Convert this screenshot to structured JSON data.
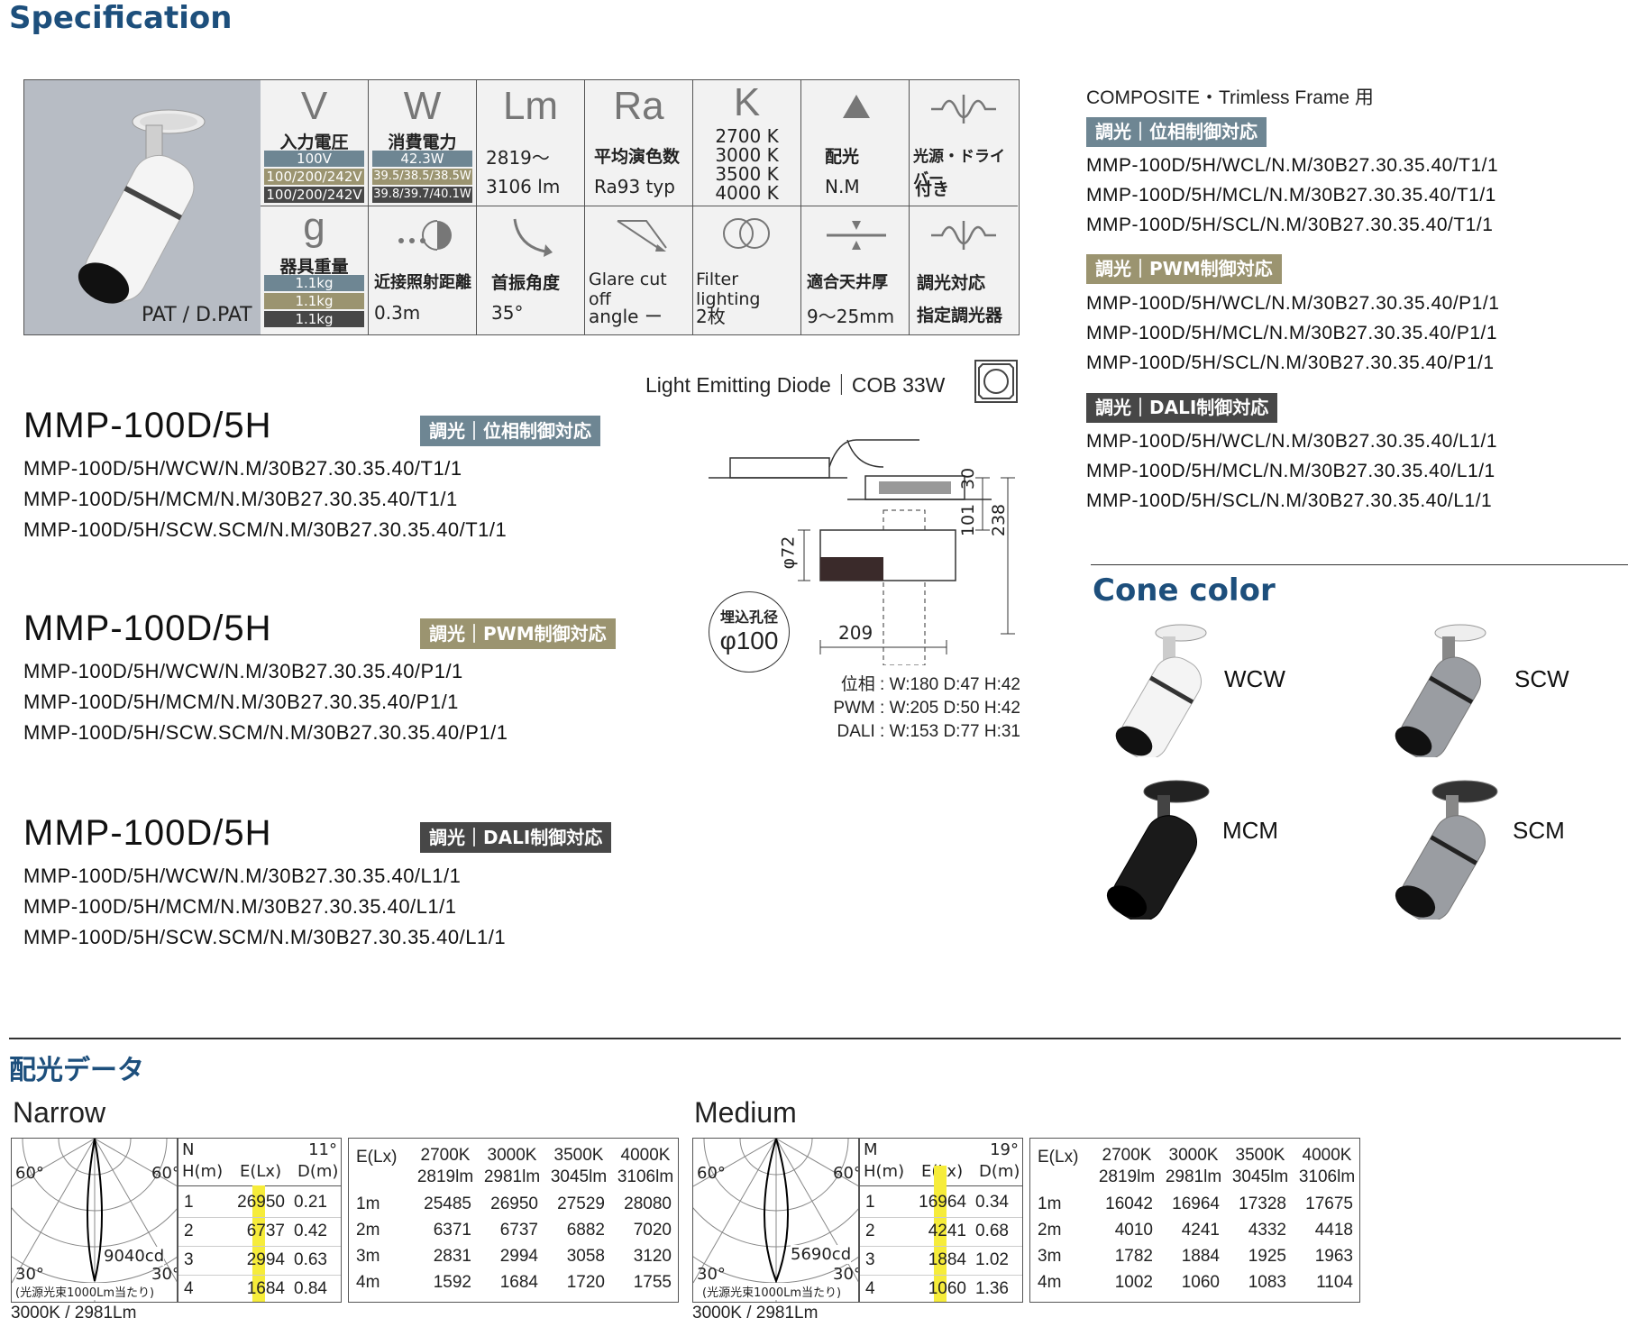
{
  "headings": {
    "specification": "Specification",
    "cone_color": "Cone color",
    "distribution": "配光データ"
  },
  "spec": {
    "photo_caption": "PAT / D.PAT",
    "v": {
      "symbol": "V",
      "label": "入力電圧",
      "rows": [
        "100V",
        "100/200/242V",
        "100/200/242V"
      ]
    },
    "w": {
      "symbol": "W",
      "label": "消費電力",
      "rows": [
        "42.3W",
        "39.5/38.5/38.5W",
        "39.8/39.7/40.1W"
      ]
    },
    "lm": {
      "symbol": "Lm",
      "line1": "2819～",
      "line2": "3106 lm"
    },
    "ra": {
      "symbol": "Ra",
      "label": "平均演色数",
      "value": "Ra93 typ"
    },
    "k": {
      "symbol": "K",
      "lines": [
        "2700 K",
        "3000 K",
        "3500 K",
        "4000 K"
      ]
    },
    "dist": {
      "label": "配光",
      "value": "N.M"
    },
    "driver": {
      "label": "光源・ドライバー",
      "value": "付き"
    },
    "g": {
      "symbol": "g",
      "label": "器具重量",
      "rows": [
        "1.1kg",
        "1.1kg",
        "1.1kg"
      ]
    },
    "near": {
      "label": "近接照射距離",
      "value": "0.3m"
    },
    "swing": {
      "label": "首振角度",
      "value": "35°"
    },
    "glare": {
      "line1": "Glare cut off",
      "line2": "angle ー"
    },
    "filter": {
      "line1": "Filter lighting",
      "line2": "2枚"
    },
    "ceiling": {
      "label": "適合天井厚",
      "value": "9～25mm"
    },
    "dimmer": {
      "label": "調光対応",
      "value": "指定調光器"
    }
  },
  "led": {
    "text": "Light Emitting Diode｜COB 33W"
  },
  "models": [
    {
      "name": "MMP-100D/5H",
      "badge": "調光｜位相制御対応",
      "codes": [
        "MMP-100D/5H/WCW/N.M/30B27.30.35.40/T1/1",
        "MMP-100D/5H/MCM/N.M/30B27.30.35.40/T1/1",
        "MMP-100D/5H/SCW.SCM/N.M/30B27.30.35.40/T1/1"
      ]
    },
    {
      "name": "MMP-100D/5H",
      "badge": "調光｜PWM制御対応",
      "codes": [
        "MMP-100D/5H/WCW/N.M/30B27.30.35.40/P1/1",
        "MMP-100D/5H/MCM/N.M/30B27.30.35.40/P1/1",
        "MMP-100D/5H/SCW.SCM/N.M/30B27.30.35.40/P1/1"
      ]
    },
    {
      "name": "MMP-100D/5H",
      "badge": "調光｜DALI制御対応",
      "codes": [
        "MMP-100D/5H/WCW/N.M/30B27.30.35.40/L1/1",
        "MMP-100D/5H/MCM/N.M/30B27.30.35.40/L1/1",
        "MMP-100D/5H/SCW.SCM/N.M/30B27.30.35.40/L1/1"
      ]
    }
  ],
  "drawing": {
    "dim_30": "30",
    "dim_101": "101",
    "dim_238": "238",
    "dim_72": "φ72",
    "dim_209": "209",
    "hole_label": "埋込孔径",
    "hole_value": "φ100",
    "sizes": [
      "位相 : W:180 D:47 H:42",
      "PWM : W:205 D:50 H:42",
      "DALI : W:153 D:77 H:31"
    ]
  },
  "composite": {
    "title": "COMPOSITE・Trimless Frame 用",
    "groups": [
      {
        "badge": "調光｜位相制御対応",
        "codes": [
          "MMP-100D/5H/WCL/N.M/30B27.30.35.40/T1/1",
          "MMP-100D/5H/MCL/N.M/30B27.30.35.40/T1/1",
          "MMP-100D/5H/SCL/N.M/30B27.30.35.40/T1/1"
        ]
      },
      {
        "badge": "調光｜PWM制御対応",
        "codes": [
          "MMP-100D/5H/WCL/N.M/30B27.30.35.40/P1/1",
          "MMP-100D/5H/MCL/N.M/30B27.30.35.40/P1/1",
          "MMP-100D/5H/SCL/N.M/30B27.30.35.40/P1/1"
        ]
      },
      {
        "badge": "調光｜DALI制御対応",
        "codes": [
          "MMP-100D/5H/WCL/N.M/30B27.30.35.40/L1/1",
          "MMP-100D/5H/MCL/N.M/30B27.30.35.40/L1/1",
          "MMP-100D/5H/SCL/N.M/30B27.30.35.40/L1/1"
        ]
      }
    ]
  },
  "cones": [
    "WCW",
    "SCW",
    "MCM",
    "SCM"
  ],
  "narrow": {
    "title": "Narrow",
    "footer": "3000K / 2981Lm",
    "polar": {
      "a60l": "60°",
      "a60r": "60°",
      "a30l": "30°",
      "a30r": "30°",
      "cd": "9040cd",
      "note": "(光源光束1000Lm当たり)"
    },
    "head": {
      "type": "N",
      "angle": "11°",
      "h": "H(m)",
      "e": "E(Lx)",
      "d": "D(m)"
    },
    "rows": [
      [
        "1",
        "26950",
        "0.21"
      ],
      [
        "2",
        "6737",
        "0.42"
      ],
      [
        "3",
        "2994",
        "0.63"
      ],
      [
        "4",
        "1684",
        "0.84"
      ]
    ],
    "table": {
      "corner": "E(Lx)",
      "cols": [
        [
          "2700K",
          "2819lm"
        ],
        [
          "3000K",
          "2981lm"
        ],
        [
          "3500K",
          "3045lm"
        ],
        [
          "4000K",
          "3106lm"
        ]
      ],
      "rows": [
        [
          "1m",
          "25485",
          "26950",
          "27529",
          "28080"
        ],
        [
          "2m",
          "6371",
          "6737",
          "6882",
          "7020"
        ],
        [
          "3m",
          "2831",
          "2994",
          "3058",
          "3120"
        ],
        [
          "4m",
          "1592",
          "1684",
          "1720",
          "1755"
        ]
      ]
    }
  },
  "medium": {
    "title": "Medium",
    "footer": "3000K / 2981Lm",
    "polar": {
      "a60l": "60°",
      "a60r": "60°",
      "a30l": "30°",
      "a30r": "30°",
      "cd": "5690cd",
      "note": "(光源光束1000Lm当たり)"
    },
    "head": {
      "type": "M",
      "angle": "19°",
      "h": "H(m)",
      "e": "E(Lx)",
      "d": "D(m)"
    },
    "rows": [
      [
        "1",
        "16964",
        "0.34"
      ],
      [
        "2",
        "4241",
        "0.68"
      ],
      [
        "3",
        "1884",
        "1.02"
      ],
      [
        "4",
        "1060",
        "1.36"
      ]
    ],
    "table": {
      "corner": "E(Lx)",
      "cols": [
        [
          "2700K",
          "2819lm"
        ],
        [
          "3000K",
          "2981lm"
        ],
        [
          "3500K",
          "3045lm"
        ],
        [
          "4000K",
          "3106lm"
        ]
      ],
      "rows": [
        [
          "1m",
          "16042",
          "16964",
          "17328",
          "17675"
        ],
        [
          "2m",
          "4010",
          "4241",
          "4332",
          "4418"
        ],
        [
          "3m",
          "1782",
          "1884",
          "1925",
          "1963"
        ],
        [
          "4m",
          "1002",
          "1060",
          "1083",
          "1104"
        ]
      ]
    }
  }
}
